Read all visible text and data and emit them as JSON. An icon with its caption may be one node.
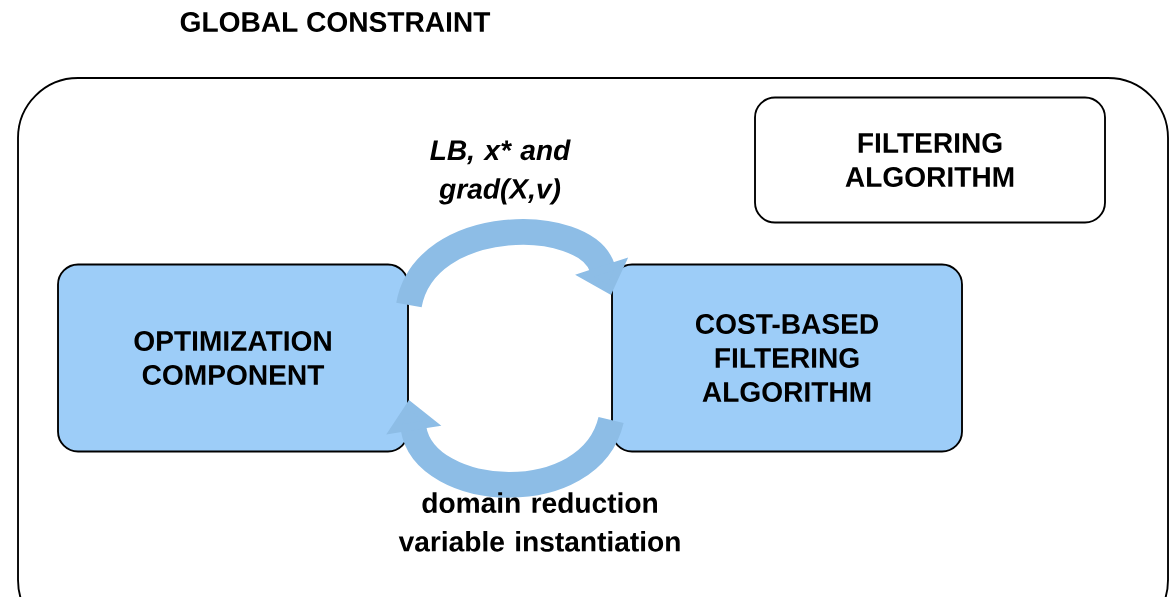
{
  "diagram": {
    "nodes": [
      {
        "text": [
          "GLOBAL CONSTRAINT"
        ]
      },
      {
        "text": [
          "FILTERING ALGORITHM"
        ],
        "in": 0
      },
      {
        "text": [
          "OPTIMIZATION COMPONENT"
        ],
        "in": 0
      },
      {
        "text": [
          "COST-BASED FILTERING ALGORITHM"
        ],
        "in": 0
      }
    ],
    "edges": [
      {
        "from": 2,
        "to": 3,
        "arrow": "to",
        "label": "LB,  x* and grad(X,v)"
      },
      {
        "from": 3,
        "to": 2,
        "arrow": "to",
        "label": "domain reduction variable instantiation"
      }
    ]
  }
}
